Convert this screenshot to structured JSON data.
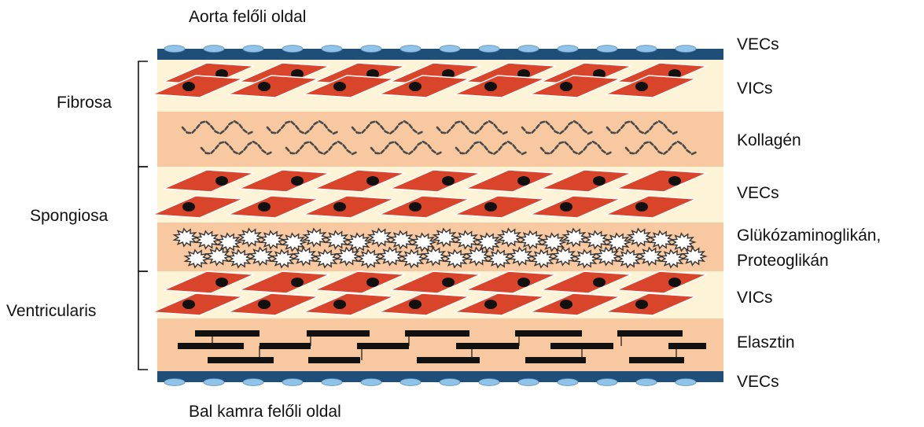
{
  "top_label": "Aorta felőli oldal",
  "bottom_label": "Bal kamra felőli oldal",
  "regions": [
    {
      "name": "Fibrosa"
    },
    {
      "name": "Spongiosa"
    },
    {
      "name": "Ventricularis"
    }
  ],
  "layer_labels": {
    "vecs_top": "VECs",
    "vics_1": "VICs",
    "kollagen": "Kollagén",
    "vecs_mid": "VECs",
    "gag_line1": "Glükózaminoglikán,",
    "gag_line2": "Proteoglikán",
    "vics_2": "VICs",
    "elasztin": "Elasztin",
    "vecs_bottom": "VECs"
  },
  "colors": {
    "endothelium": "#1f4e79",
    "endothelial_cell": "#8fc3e8",
    "light_band": "#fdf3d6",
    "peach_band": "#f8c8a0",
    "cell": "#d9452a",
    "nucleus": "#111111",
    "fiber": "#4a4a4a",
    "gag_fill": "#ffffff",
    "elastin": "#111111"
  },
  "icons": {
    "valve_interstitial_cell": "diamond-with-nucleus",
    "collagen_fiber": "zigzag-dashed-line",
    "gag_molecule": "spiky-star",
    "elastin_fiber": "black-bar",
    "endothelial_cell": "ellipse"
  }
}
